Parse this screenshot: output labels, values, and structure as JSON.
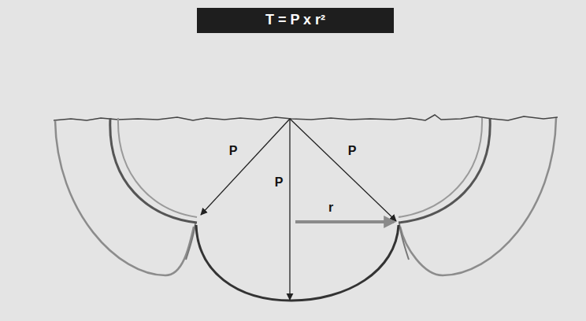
{
  "diagram": {
    "title": "T = P x r²",
    "labels": [
      "P",
      "P",
      "P",
      "r"
    ]
  }
}
